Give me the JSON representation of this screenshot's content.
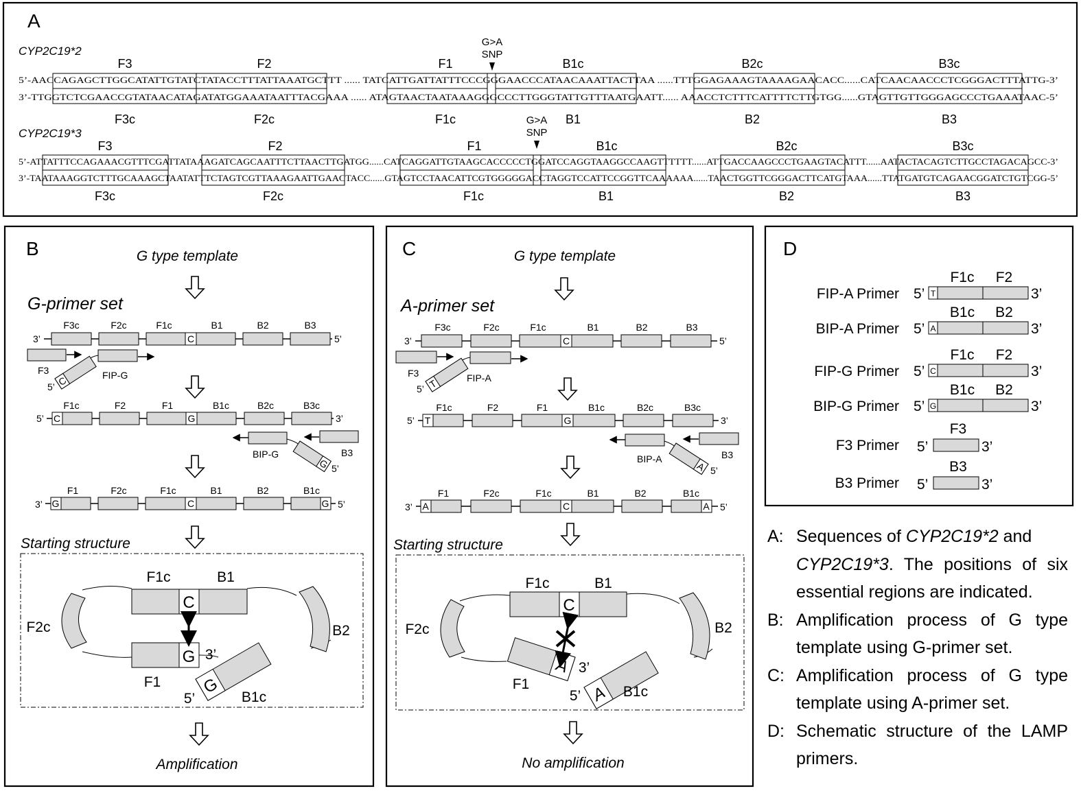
{
  "panel_labels": {
    "a": "A",
    "b": "B",
    "c": "C",
    "d": "D"
  },
  "region_labels": [
    "F3",
    "F2",
    "F1",
    "B1c",
    "B2c",
    "B3c",
    "F3c",
    "F2c",
    "F1c",
    "B1",
    "B2",
    "B3"
  ],
  "snp_label": "G>A",
  "snp_label2": "SNP",
  "cyp2": {
    "title": "CYP2C19*2",
    "top_seq": "5’-AACCAGAGCTTGGCATATTGTATCTATACCTTTATTAAATGCTTT ...... TATCATTGATTATTTCCCGGGAACCCATAACAAATTACTTAA ......TTTGGAGAAAGTAAAAGAACACC......CATCAACAACCCTCGGGACTTTATTG-3’",
    "bot_seq": "3’-TTGGTCTCGAACCGTATAACATAGATATGGAAATAATTTACGAAA ...... ATAGTAACTAATAAAGGGCCCTTGGGTATTGTTTAATGAATT...... AAACCTCTTTCATTTTCTTGTGG......GTAGTTGTTGGGAGCCCTGAAATAAC-5’"
  },
  "cyp3": {
    "title": "CYP2C19*3",
    "top_seq": "5’-ATTATTTCCAGAAACGTTTCGATTATAAAGATCAGCAATTTCTTAACTTGATGG......CATCAGGATTGTAAGCACCCCCTGGATCCAGGTAAGGCCAAGTTTTTT......ATTGACCAAGCCCTGAAGTACATTT......AATACTACAGTCTTGCCTAGACAGCC-3’",
    "bot_seq": "3’-TAATAAAGGTCTTTGCAAAGCTAATATTTCTAGTCGTTAAAGAATTGAACTACC......GTAGTCCTAACATTCGTGGGGGACCTAGGTCCATTCCGGTTCAAAAAA......TAACTGGTTCGGGACTTCATGTAAA......TTATGATGTCAGAACGGATCTGTCGG-5’"
  },
  "panel_b": {
    "template": "G type template",
    "primer_set": "G-primer set",
    "strand1": [
      "F3c",
      "F2c",
      "F1c",
      "B1",
      "B2",
      "B3"
    ],
    "strand1_base": "C",
    "strand2": [
      "F1c",
      "F2",
      "F1",
      "B1c",
      "B2c",
      "B3c"
    ],
    "strand2_bases": [
      "C",
      "G"
    ],
    "strand3": [
      "F1",
      "F2c",
      "F1c",
      "B1",
      "B2",
      "B1c"
    ],
    "strand3_bases": [
      "G",
      "C",
      "G"
    ],
    "fip": "FIP-G",
    "fip_base": "C",
    "bip": "BIP-G",
    "bip_base": "G",
    "f3": "F3",
    "b3": "B3",
    "starting": "Starting structure",
    "result": "Amplification",
    "struct_bases": {
      "top": "C",
      "bottom": "G",
      "b1c": "G"
    }
  },
  "panel_c": {
    "template": "G type template",
    "primer_set": "A-primer set",
    "strand1": [
      "F3c",
      "F2c",
      "F1c",
      "B1",
      "B2",
      "B3"
    ],
    "strand1_base": "C",
    "strand2": [
      "F1c",
      "F2",
      "F1",
      "B1c",
      "B2c",
      "B3c"
    ],
    "strand2_bases": [
      "T",
      "G"
    ],
    "strand3": [
      "F1",
      "F2c",
      "F1c",
      "B1",
      "B2",
      "B1c"
    ],
    "strand3_bases": [
      "A",
      "C",
      "A"
    ],
    "fip": "FIP-A",
    "fip_base": "T",
    "bip": "BIP-A",
    "bip_base": "A",
    "f3": "F3",
    "b3": "B3",
    "starting": "Starting structure",
    "result": "No amplification",
    "struct_bases": {
      "top": "C",
      "bottom": "A",
      "b1c": "A"
    }
  },
  "struct_labels": {
    "f1c": "F1c",
    "b1": "B1",
    "f2c": "F2c",
    "b2": "B2",
    "f1": "F1",
    "b1c": "B1c",
    "three": "3’",
    "five": "5’"
  },
  "panel_d": {
    "primers": [
      {
        "name": "FIP-A Primer",
        "base": "T",
        "l1": "F1c",
        "l2": "F2"
      },
      {
        "name": "BIP-A Primer",
        "base": "A",
        "l1": "B1c",
        "l2": "B2"
      },
      {
        "name": "FIP-G Primer",
        "base": "C",
        "l1": "F1c",
        "l2": "F2"
      },
      {
        "name": "BIP-G Primer",
        "base": "G",
        "l1": "B1c",
        "l2": "B2"
      },
      {
        "name": "F3 Primer",
        "base": "",
        "l1": "F3",
        "l2": ""
      },
      {
        "name": "B3 Primer",
        "base": "",
        "l1": "B3",
        "l2": ""
      }
    ],
    "five": "5’",
    "three": "3’"
  },
  "legend": {
    "a_key": "A:",
    "a_1": "Sequences of ",
    "a_i1": "CYP2C19*2",
    "a_2": " and",
    "a_i2": "CYP2C19*3",
    "a_3": ". The positions of six",
    "a_4": "essential regions are indicated.",
    "b_key": "B:",
    "b_1": "Amplification process of G type",
    "b_2": "template using G-primer set.",
    "c_key": "C:",
    "c_1": "Amplification process of G type",
    "c_2": "template using A-primer set.",
    "d_key": "D:",
    "d_1": "Schematic structure of the LAMP",
    "d_2": "primers."
  }
}
